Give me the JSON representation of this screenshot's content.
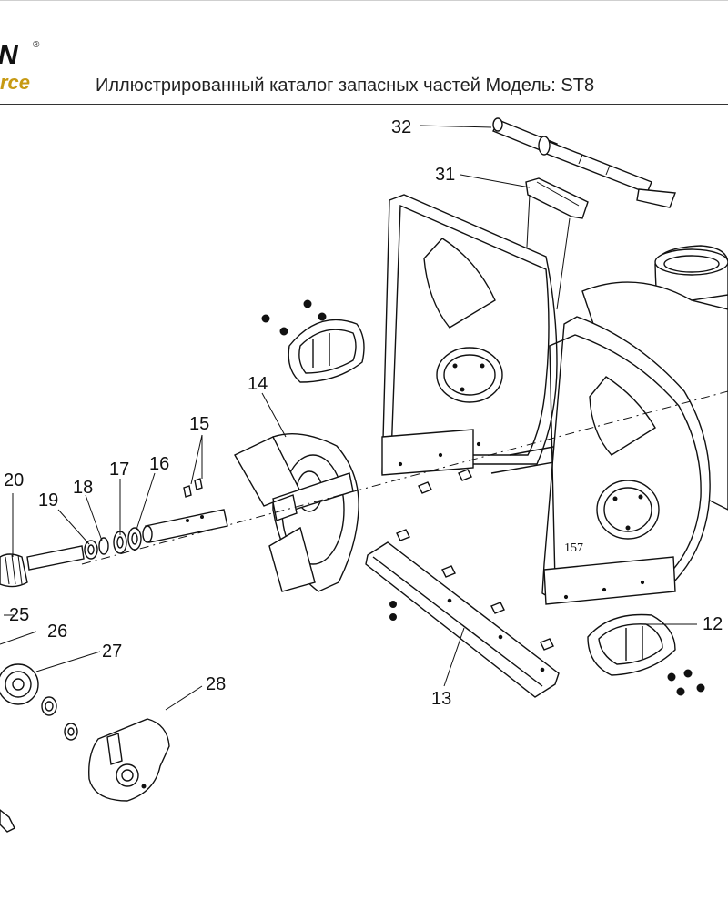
{
  "header": {
    "logo_top": "N",
    "logo_reg": "®",
    "logo_bottom": "rce",
    "title": "Иллюстрированный каталог запасных частей Модель: ST8"
  },
  "diagram": {
    "stamp": "157",
    "callouts": [
      "32",
      "31",
      "14",
      "15",
      "20",
      "19",
      "18",
      "17",
      "16",
      "25",
      "26",
      "27",
      "28",
      "12",
      "13"
    ]
  }
}
